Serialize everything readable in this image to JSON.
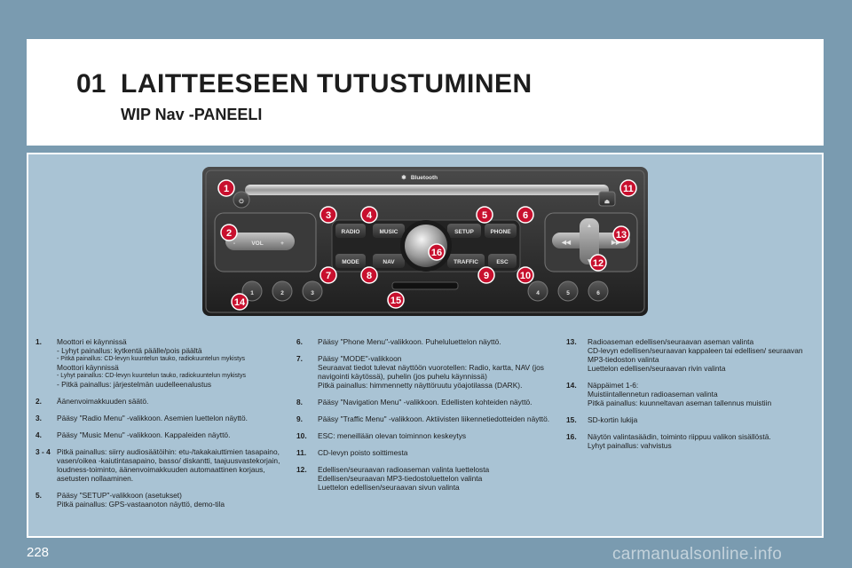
{
  "header": {
    "chapter_number": "01",
    "title": "LAITTEESEEN TUTUSTUMINEN",
    "subtitle": "WIP Nav -PANEELI"
  },
  "radio_panel": {
    "bluetooth_label": "Bluetooth",
    "vol_label": "VOL",
    "vol_minus": "-",
    "vol_plus": "+",
    "buttons": {
      "radio": "RADIO",
      "music": "MUSIC",
      "setup": "SETUP",
      "phone": "PHONE",
      "mode": "MODE",
      "nav": "NAV",
      "traffic": "TRAFFIC",
      "esc": "ESC"
    },
    "presets": [
      "1",
      "2",
      "3",
      "4",
      "5",
      "6"
    ],
    "callouts": [
      "1",
      "2",
      "3",
      "4",
      "5",
      "6",
      "7",
      "8",
      "9",
      "10",
      "11",
      "12",
      "13",
      "14",
      "15",
      "16"
    ]
  },
  "descriptions": {
    "col1": [
      {
        "num": "1.",
        "lines": [
          {
            "text": "Moottori ei käynnissä",
            "small": false
          },
          {
            "text": "- Lyhyt painallus: kytkentä päälle/pois päältä",
            "small": false
          },
          {
            "text": "- Pitkä painallus: CD-levyn kuuntelun tauko, radiokuuntelun mykistys",
            "small": true
          },
          {
            "text": "Moottori käynnissä",
            "small": false
          },
          {
            "text": "- Lyhyt painallus: CD-levyn kuuntelun tauko, radiokuuntelun mykistys",
            "small": true
          },
          {
            "text": "- Pitkä painallus: järjestelmän uudelleenalustus",
            "small": false
          }
        ]
      },
      {
        "num": "2.",
        "lines": [
          {
            "text": "Äänenvoimakkuuden säätö.",
            "small": false
          }
        ]
      },
      {
        "num": "3.",
        "lines": [
          {
            "text": "Pääsy \"Radio Menu\" -valikkoon. Asemien luettelon näyttö.",
            "small": false
          }
        ]
      },
      {
        "num": "4.",
        "lines": [
          {
            "text": "Pääsy \"Music Menu\" -valikkoon. Kappaleiden näyttö.",
            "small": false
          }
        ]
      },
      {
        "num": "3 - 4",
        "lines": [
          {
            "text": "Pitkä painallus: siirry audiosäätöihin: etu-/takakaiuttimien tasapaino, vasen/oikea -kaiutintasapaino, basso/ diskantti, taajuusvastekorjain, loudness-toiminto, äänenvoimakkuuden automaattinen korjaus, asetusten nollaaminen.",
            "small": false
          }
        ]
      },
      {
        "num": "5.",
        "lines": [
          {
            "text": "Pääsy \"SETUP\"-valikkoon (asetukset)",
            "small": false
          },
          {
            "text": "Pitkä painallus: GPS-vastaanoton näyttö, demo-tila",
            "small": false
          }
        ]
      }
    ],
    "col2": [
      {
        "num": "6.",
        "lines": [
          {
            "text": "Pääsy \"Phone Menu\"-valikkoon. Puheluluettelon näyttö.",
            "small": false
          }
        ]
      },
      {
        "num": "7.",
        "lines": [
          {
            "text": "Pääsy \"MODE\"-valikkoon",
            "small": false
          },
          {
            "text": "Seuraavat tiedot tulevat näyttöön vuorotellen: Radio, kartta, NAV (jos navigointi käytössä), puhelin (jos puhelu käynnissä)",
            "small": false
          },
          {
            "text": "Pitkä painallus: himmennetty näyttöruutu yöajotilassa (DARK).",
            "small": false
          }
        ]
      },
      {
        "num": "8.",
        "lines": [
          {
            "text": "Pääsy \"Navigation Menu\" -valikkoon. Edellisten kohteiden näyttö.",
            "small": false
          }
        ]
      },
      {
        "num": "9.",
        "lines": [
          {
            "text": "Pääsy \"Traffic Menu\" -valikkoon. Aktiivisten liikennetiedotteiden näyttö.",
            "small": false
          }
        ]
      },
      {
        "num": "10.",
        "lines": [
          {
            "text": "ESC: meneillään olevan toiminnon keskeytys",
            "small": false
          }
        ]
      },
      {
        "num": "11.",
        "lines": [
          {
            "text": "CD-levyn poisto soittimesta",
            "small": false
          }
        ]
      },
      {
        "num": "12.",
        "lines": [
          {
            "text": "Edellisen/seuraavan radioaseman valinta luettelosta",
            "small": false
          },
          {
            "text": "Edellisen/seuraavan MP3-tiedostoluettelon valinta",
            "small": false
          },
          {
            "text": "Luettelon edellisen/seuraavan sivun valinta",
            "small": false
          }
        ]
      }
    ],
    "col3": [
      {
        "num": "13.",
        "lines": [
          {
            "text": "Radioaseman edellisen/seuraavan aseman valinta",
            "small": false
          },
          {
            "text": "CD-levyn edellisen/seuraavan kappaleen tai edellisen/ seuraavan MP3-tiedoston valinta",
            "small": false
          },
          {
            "text": "Luettelon edellisen/seuraavan rivin valinta",
            "small": false
          }
        ]
      },
      {
        "num": "14.",
        "lines": [
          {
            "text": "Näppäimet 1-6:",
            "small": false
          },
          {
            "text": "Muistiintallennetun radioaseman valinta",
            "small": false
          },
          {
            "text": "Pitkä painallus: kuunneltavan aseman tallennus muistiin",
            "small": false
          }
        ]
      },
      {
        "num": "15.",
        "lines": [
          {
            "text": "SD-kortin lukija",
            "small": false
          }
        ]
      },
      {
        "num": "16.",
        "lines": [
          {
            "text": "Näytön valintasäädin, toiminto riippuu valikon sisällöstä.",
            "small": false
          },
          {
            "text": "Lyhyt painallus: vahvistus",
            "small": false
          }
        ]
      }
    ]
  },
  "footer": {
    "page_number": "228",
    "watermark": "carmanualsonline.info"
  },
  "colors": {
    "page_background": "#7a9bb0",
    "panel_background": "#a9c3d4",
    "header_background": "#ffffff",
    "callout_red": "#c8102e",
    "radio_body": "#2a2a2a"
  }
}
